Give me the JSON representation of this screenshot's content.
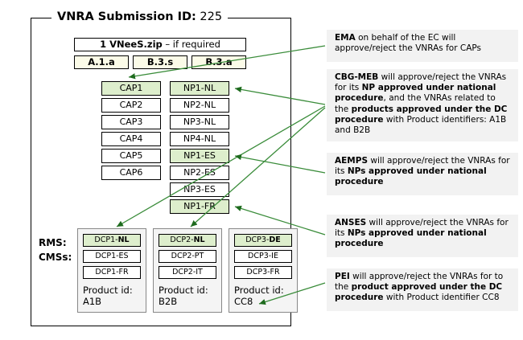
{
  "diagram": {
    "title_bold": "VNRA Submission ID:",
    "title_value": "225",
    "zip_bold": "1 VNeeS.zip",
    "zip_rest": " – if required",
    "doc_boxes": [
      {
        "label": "A.1.a"
      },
      {
        "label": "B.3.s"
      },
      {
        "label": "B.3.a"
      }
    ],
    "cap_column": [
      {
        "label": "CAP1",
        "highlighted": true
      },
      {
        "label": "CAP2",
        "highlighted": false
      },
      {
        "label": "CAP3",
        "highlighted": false
      },
      {
        "label": "CAP4",
        "highlighted": false
      },
      {
        "label": "CAP5",
        "highlighted": false
      },
      {
        "label": "CAP6",
        "highlighted": false
      }
    ],
    "np_column": [
      {
        "label": "NP1-NL",
        "highlighted": true
      },
      {
        "label": "NP2-NL",
        "highlighted": false
      },
      {
        "label": "NP3-NL",
        "highlighted": false
      },
      {
        "label": "NP4-NL",
        "highlighted": false
      },
      {
        "label": "NP1-ES",
        "highlighted": true
      },
      {
        "label": "NP2-ES",
        "highlighted": false
      },
      {
        "label": "NP3-ES",
        "highlighted": false
      },
      {
        "label": "NP1-FR",
        "highlighted": true
      }
    ],
    "row_labels": {
      "rms": "RMS:",
      "cmss": "CMSs:"
    },
    "dcp_groups": [
      {
        "nodes": [
          {
            "prefix": "DCP1-",
            "suffix": "NL",
            "highlighted": true
          },
          {
            "prefix": "DCP1-ES",
            "suffix": "",
            "highlighted": false
          },
          {
            "prefix": "DCP1-FR",
            "suffix": "",
            "highlighted": false
          }
        ],
        "product_label": "Product id:\nA1B"
      },
      {
        "nodes": [
          {
            "prefix": "DCP2-",
            "suffix": "NL",
            "highlighted": true
          },
          {
            "prefix": "DCP2-PT",
            "suffix": "",
            "highlighted": false
          },
          {
            "prefix": "DCP2-IT",
            "suffix": "",
            "highlighted": false
          }
        ],
        "product_label": "Product id:\nB2B"
      },
      {
        "nodes": [
          {
            "prefix": "DCP3-",
            "suffix": "DE",
            "highlighted": true
          },
          {
            "prefix": "DCP3-IE",
            "suffix": "",
            "highlighted": false
          },
          {
            "prefix": "DCP3-FR",
            "suffix": "",
            "highlighted": false
          }
        ],
        "product_label": "Product id:\nCC8"
      }
    ]
  },
  "callouts": [
    {
      "id": "ema",
      "html": "<b>EMA</b> on behalf of the EC will approve/reject the VNRAs for CAPs"
    },
    {
      "id": "cbg-meb",
      "html": "<b>CBG-MEB</b> will approve/reject the VNRAs for its <b>NP approved under national procedure</b>, and the VNRAs related to the <b>products approved under the DC procedure</b> with Product identifiers: A1B and B2B"
    },
    {
      "id": "aemps",
      "html": "<b>AEMPS</b> will approve/reject the VNRAs for its <b>NPs approved under national procedure</b>"
    },
    {
      "id": "anses",
      "html": "<b>ANSES</b> will approve/reject the VNRAs for its <b>NPs approved under national procedure</b>"
    },
    {
      "id": "pei",
      "html": "<b>PEI</b> will approve/reject the VNRAs for to the <b>product approved under the DC procedure</b> with Product identifier CC8"
    }
  ],
  "colors": {
    "highlight_fill": "#ddeecc",
    "doc_fill": "#fbfbe8",
    "callout_fill": "#f2f2f2",
    "arrow": "#2d7a2d",
    "group_fill": "#f4f4f4",
    "border": "#000000"
  }
}
